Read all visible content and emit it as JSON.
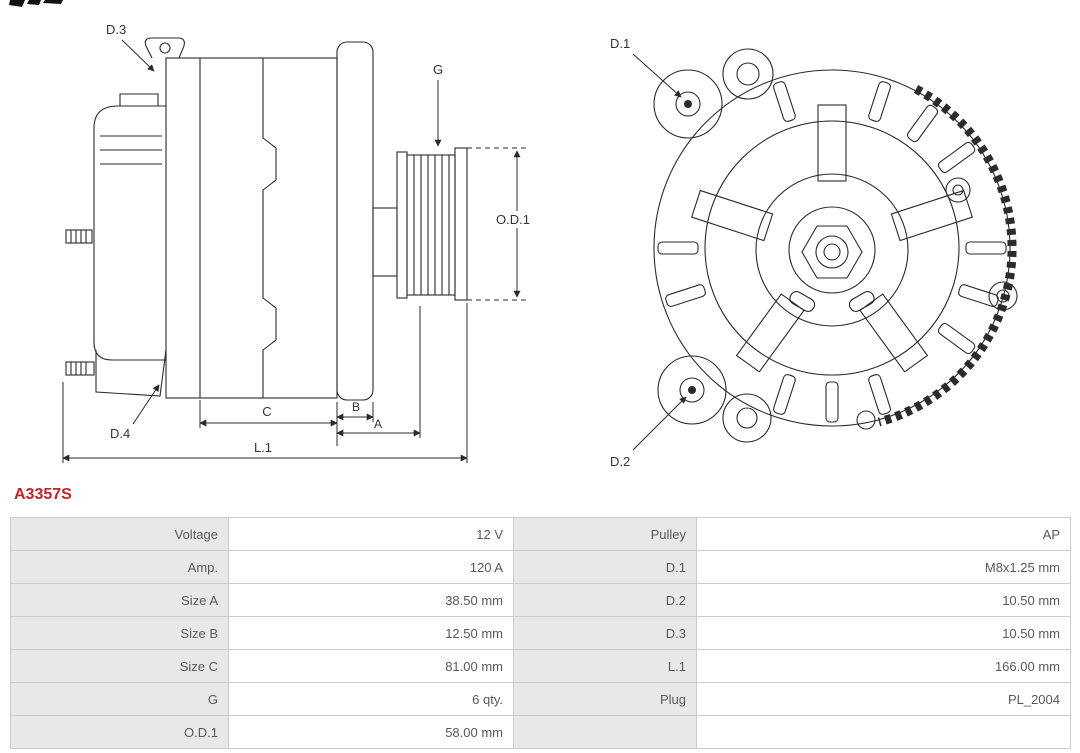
{
  "part_number": "A3357S",
  "icons": {
    "logo": "brand-logo-cropped"
  },
  "colors": {
    "part_number_red": "#cb2026",
    "table_label_bg": "#e8e8e8",
    "table_border": "#cccccc",
    "line_art": "#2b2b2b"
  },
  "diagram": {
    "labels": {
      "d1": "D.1",
      "d2": "D.2",
      "d3": "D.3",
      "d4": "D.4",
      "g": "G",
      "od1": "O.D.1",
      "a": "A",
      "b": "B",
      "c": "C",
      "l1": "L.1"
    }
  },
  "spec_table": {
    "rows": [
      {
        "cells": [
          {
            "label": "Voltage",
            "value": "12 V"
          },
          {
            "label": "Pulley",
            "value": "AP"
          }
        ]
      },
      {
        "cells": [
          {
            "label": "Amp.",
            "value": "120 A"
          },
          {
            "label": "D.1",
            "value": "M8x1.25 mm"
          }
        ]
      },
      {
        "cells": [
          {
            "label": "Size A",
            "value": "38.50 mm"
          },
          {
            "label": "D.2",
            "value": "10.50 mm"
          }
        ]
      },
      {
        "cells": [
          {
            "label": "Size B",
            "value": "12.50 mm"
          },
          {
            "label": "D.3",
            "value": "10.50 mm"
          }
        ]
      },
      {
        "cells": [
          {
            "label": "Size C",
            "value": "81.00 mm"
          },
          {
            "label": "L.1",
            "value": "166.00 mm"
          }
        ]
      },
      {
        "cells": [
          {
            "label": "G",
            "value": "6 qty."
          },
          {
            "label": "Plug",
            "value": "PL_2004"
          }
        ]
      },
      {
        "cells": [
          {
            "label": "O.D.1",
            "value": "58.00 mm"
          },
          {
            "label": "",
            "value": ""
          }
        ]
      }
    ]
  }
}
